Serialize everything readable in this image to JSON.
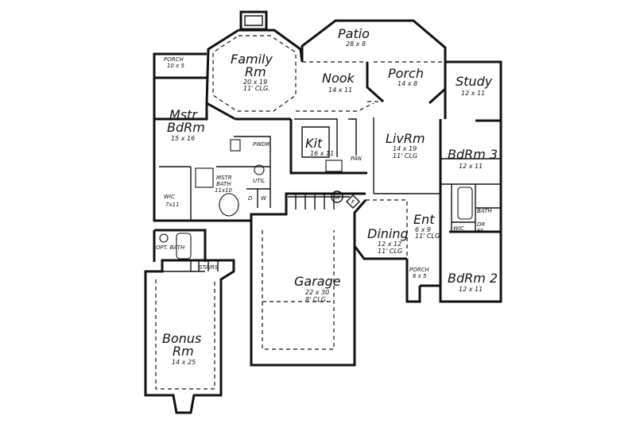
{
  "rooms": {
    "patio": {
      "name": "Patio",
      "dim": "28 x 8"
    },
    "porch_rear": {
      "name": "Porch",
      "dim": "14 x 8"
    },
    "study": {
      "name": "Study",
      "dim": "12 x 11"
    },
    "family": {
      "name1": "Family",
      "name2": "Rm",
      "dim": "20 x 19",
      "ceiling": "11' CLG."
    },
    "nook": {
      "name": "Nook",
      "dim": "14 x 11"
    },
    "porch_mstr": {
      "name": "PORCH",
      "dim": "10 x 5"
    },
    "mstr": {
      "name1": "Mstr",
      "name2": "BdRm",
      "dim": "15 x 16"
    },
    "kit": {
      "name": "Kit",
      "dim": "16 x 11"
    },
    "pan": {
      "name": "PAN"
    },
    "pwdr": {
      "name": "PWDR"
    },
    "livrm": {
      "name": "LivRm",
      "dim": "14 x 19",
      "ceiling": "11' CLG"
    },
    "bdrm3": {
      "name": "BdRm 3",
      "dim": "12 x 11"
    },
    "mstr_bath": {
      "name1": "MSTR",
      "name2": "BATH",
      "dim": "11x10"
    },
    "util": {
      "name": "UTIL"
    },
    "wic_mstr": {
      "name": "WIC",
      "dim": "7x11"
    },
    "d": {
      "name": "D"
    },
    "w": {
      "name": "W"
    },
    "w_circle": {
      "name": "W"
    },
    "f_diamond": {
      "name": "F"
    },
    "bath": {
      "name": "BATH"
    },
    "wic_bd2": {
      "name": "WIC"
    },
    "dres": {
      "name1": "DR",
      "name2": "ES"
    },
    "ent": {
      "name": "Ent",
      "dim": "6 x 9",
      "ceiling": "11' CLG"
    },
    "dining": {
      "name": "Dining",
      "dim": "12 x 12",
      "ceiling": "11' CLG"
    },
    "opt_bath": {
      "name": "OPT. BATH"
    },
    "stairs": {
      "name": "STAIRS"
    },
    "garage": {
      "name": "Garage",
      "dim": "22 x 30",
      "ceiling": "8' CLG."
    },
    "porch_front": {
      "name": "PORCH",
      "dim": "6 x 5"
    },
    "bdrm2": {
      "name": "BdRm 2",
      "dim": "12 x 11"
    },
    "bonus": {
      "name1": "Bonus",
      "name2": "Rm",
      "dim": "14 x 25"
    }
  }
}
